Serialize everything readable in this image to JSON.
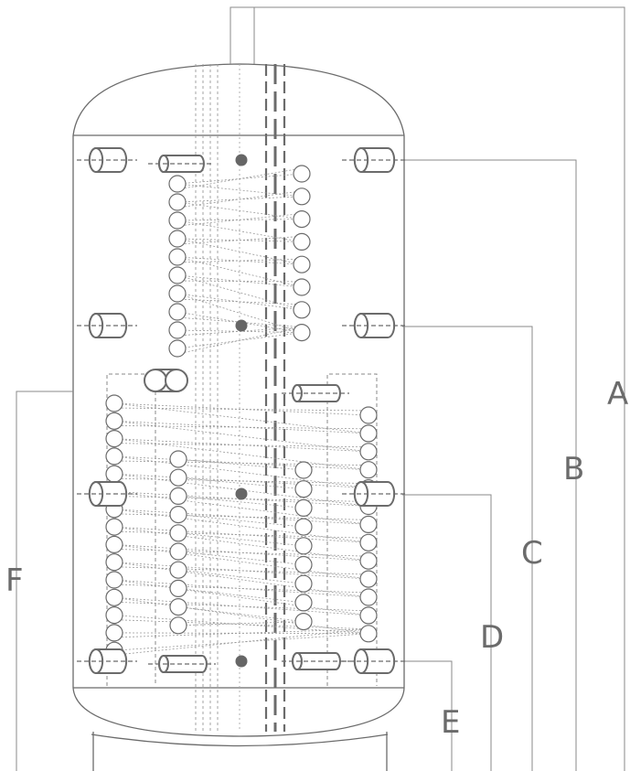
{
  "diagram": {
    "labels": {
      "a": "A",
      "b": "B",
      "c": "C",
      "d": "D",
      "e": "E",
      "f": "F"
    },
    "colors": {
      "stroke": "#6b6b6b",
      "light_stroke": "#8a8a8a",
      "dot": "#666666"
    }
  }
}
